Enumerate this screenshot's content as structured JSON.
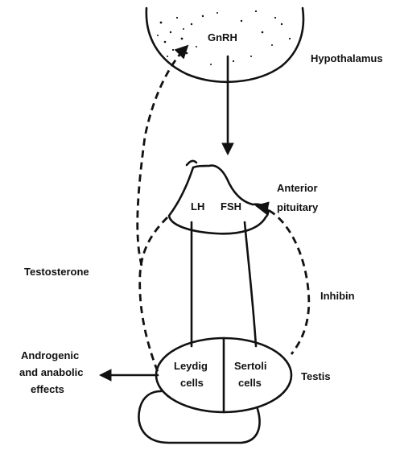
{
  "labels": {
    "gnrh": "GnRH",
    "hypothalamus": "Hypothalamus",
    "anterior_pituitary_line1": "Anterior",
    "anterior_pituitary_line2": "pituitary",
    "lh": "LH",
    "fsh": "FSH",
    "testosterone": "Testosterone",
    "inhibin": "Inhibin",
    "androgenic_line1": "Androgenic",
    "androgenic_line2": "and anabolic",
    "androgenic_line3": "effects",
    "leydig_line1": "Leydig",
    "leydig_line2": "cells",
    "sertoli_line1": "Sertoli",
    "sertoli_line2": "cells",
    "testis": "Testis"
  },
  "colors": {
    "ink": "#111111",
    "background": "#ffffff"
  }
}
